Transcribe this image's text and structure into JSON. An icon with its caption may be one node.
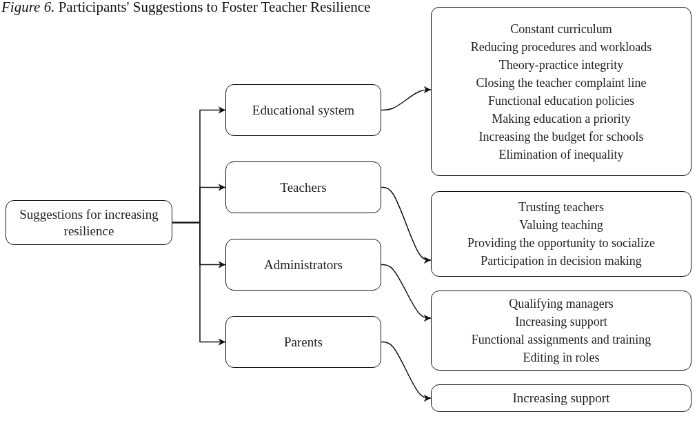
{
  "diagram": {
    "title": "*Figure 6.* Participants' Suggestions to Foster Teacher Resilience",
    "nodes": [
      {
        "text": [
          "Suggestions for increasing resilience"
        ]
      },
      {
        "text": [
          "Educational system"
        ]
      },
      {
        "text": [
          "Teachers"
        ]
      },
      {
        "text": [
          "Administrators"
        ]
      },
      {
        "text": [
          "Parents"
        ]
      },
      {
        "text": [
          "Constant curriculum",
          "Reducing procedures and workloads",
          "Theory-practice integrity",
          "Closing the teacher complaint line",
          "Functional education policies",
          "Making education a priority",
          "Increasing the budget for schools",
          "Elimination of inequality"
        ]
      },
      {
        "text": [
          "Trusting teachers",
          "Valuing teaching",
          "Providing the opportunity to socialize",
          "Participation in decision making"
        ]
      },
      {
        "text": [
          "Qualifying managers",
          "Increasing support",
          "Functional assignments and training",
          "Editing in roles"
        ]
      },
      {
        "text": [
          "Increasing support"
        ]
      }
    ],
    "edges": [
      {
        "from": 0,
        "to": 1,
        "arrow": "to"
      },
      {
        "from": 0,
        "to": 2,
        "arrow": "to"
      },
      {
        "from": 0,
        "to": 3,
        "arrow": "to"
      },
      {
        "from": 0,
        "to": 4,
        "arrow": "to"
      },
      {
        "from": 1,
        "to": 5,
        "arrow": "to"
      },
      {
        "from": 2,
        "to": 6,
        "arrow": "to"
      },
      {
        "from": 3,
        "to": 7,
        "arrow": "to"
      },
      {
        "from": 4,
        "to": 8,
        "arrow": "to"
      }
    ]
  }
}
